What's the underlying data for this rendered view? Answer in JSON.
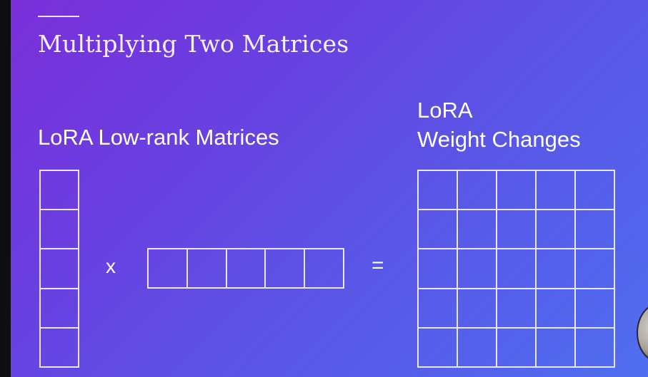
{
  "slide": {
    "title": "Multiplying Two Matrices",
    "left_label": "LoRA Low-rank Matrices",
    "right_label_lines": [
      "LoRA",
      "Weight Changes"
    ],
    "operators": {
      "multiply": "x",
      "equals": "="
    }
  },
  "matrices": {
    "column_matrix": {
      "rows": 5,
      "cols": 1
    },
    "row_matrix": {
      "rows": 1,
      "cols": 5
    },
    "result_matrix": {
      "rows": 5,
      "cols": 5
    }
  },
  "colors": {
    "background_start": "#7a2fd9",
    "background_end": "#4f6ef0",
    "grid_line": "#e9e6ff",
    "text": "#ffffff"
  }
}
